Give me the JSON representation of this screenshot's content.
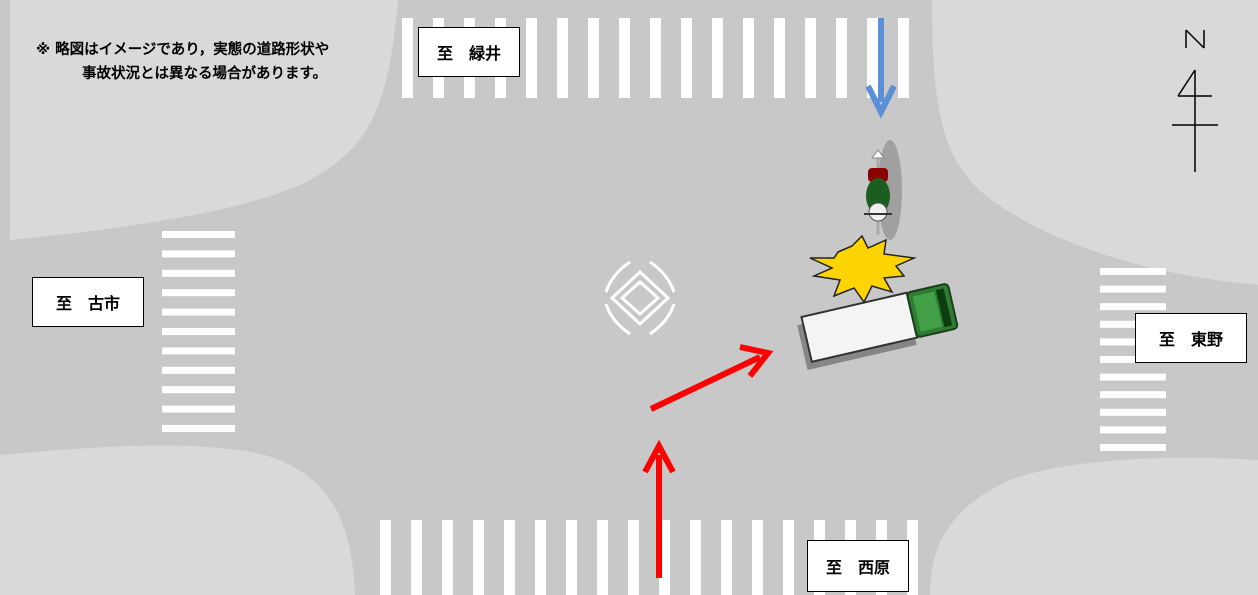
{
  "note": {
    "line1": "※ 略図はイメージであり，実態の道路形状や",
    "line2": "事故状況とは異なる場合があります。"
  },
  "directions": {
    "north": "至　緑井",
    "west": "至　古市",
    "east": "至　東野",
    "south": "至　西原"
  },
  "compass": {
    "label": "N"
  },
  "colors": {
    "road": "#c8c8c8",
    "sidewalk": "#d9d9d9",
    "crosswalk": "#ffffff",
    "car_arrow": "#ff0000",
    "bike_arrow": "#5b8fd6",
    "truck_cab": "#2e7d32",
    "collision": "#ffd400"
  },
  "icons": [
    "crosswalk-north",
    "crosswalk-south",
    "crosswalk-west",
    "crosswalk-east",
    "diamond-marking-icon",
    "bicycle-icon",
    "truck-icon",
    "collision-icon",
    "north-arrow-icon"
  ]
}
